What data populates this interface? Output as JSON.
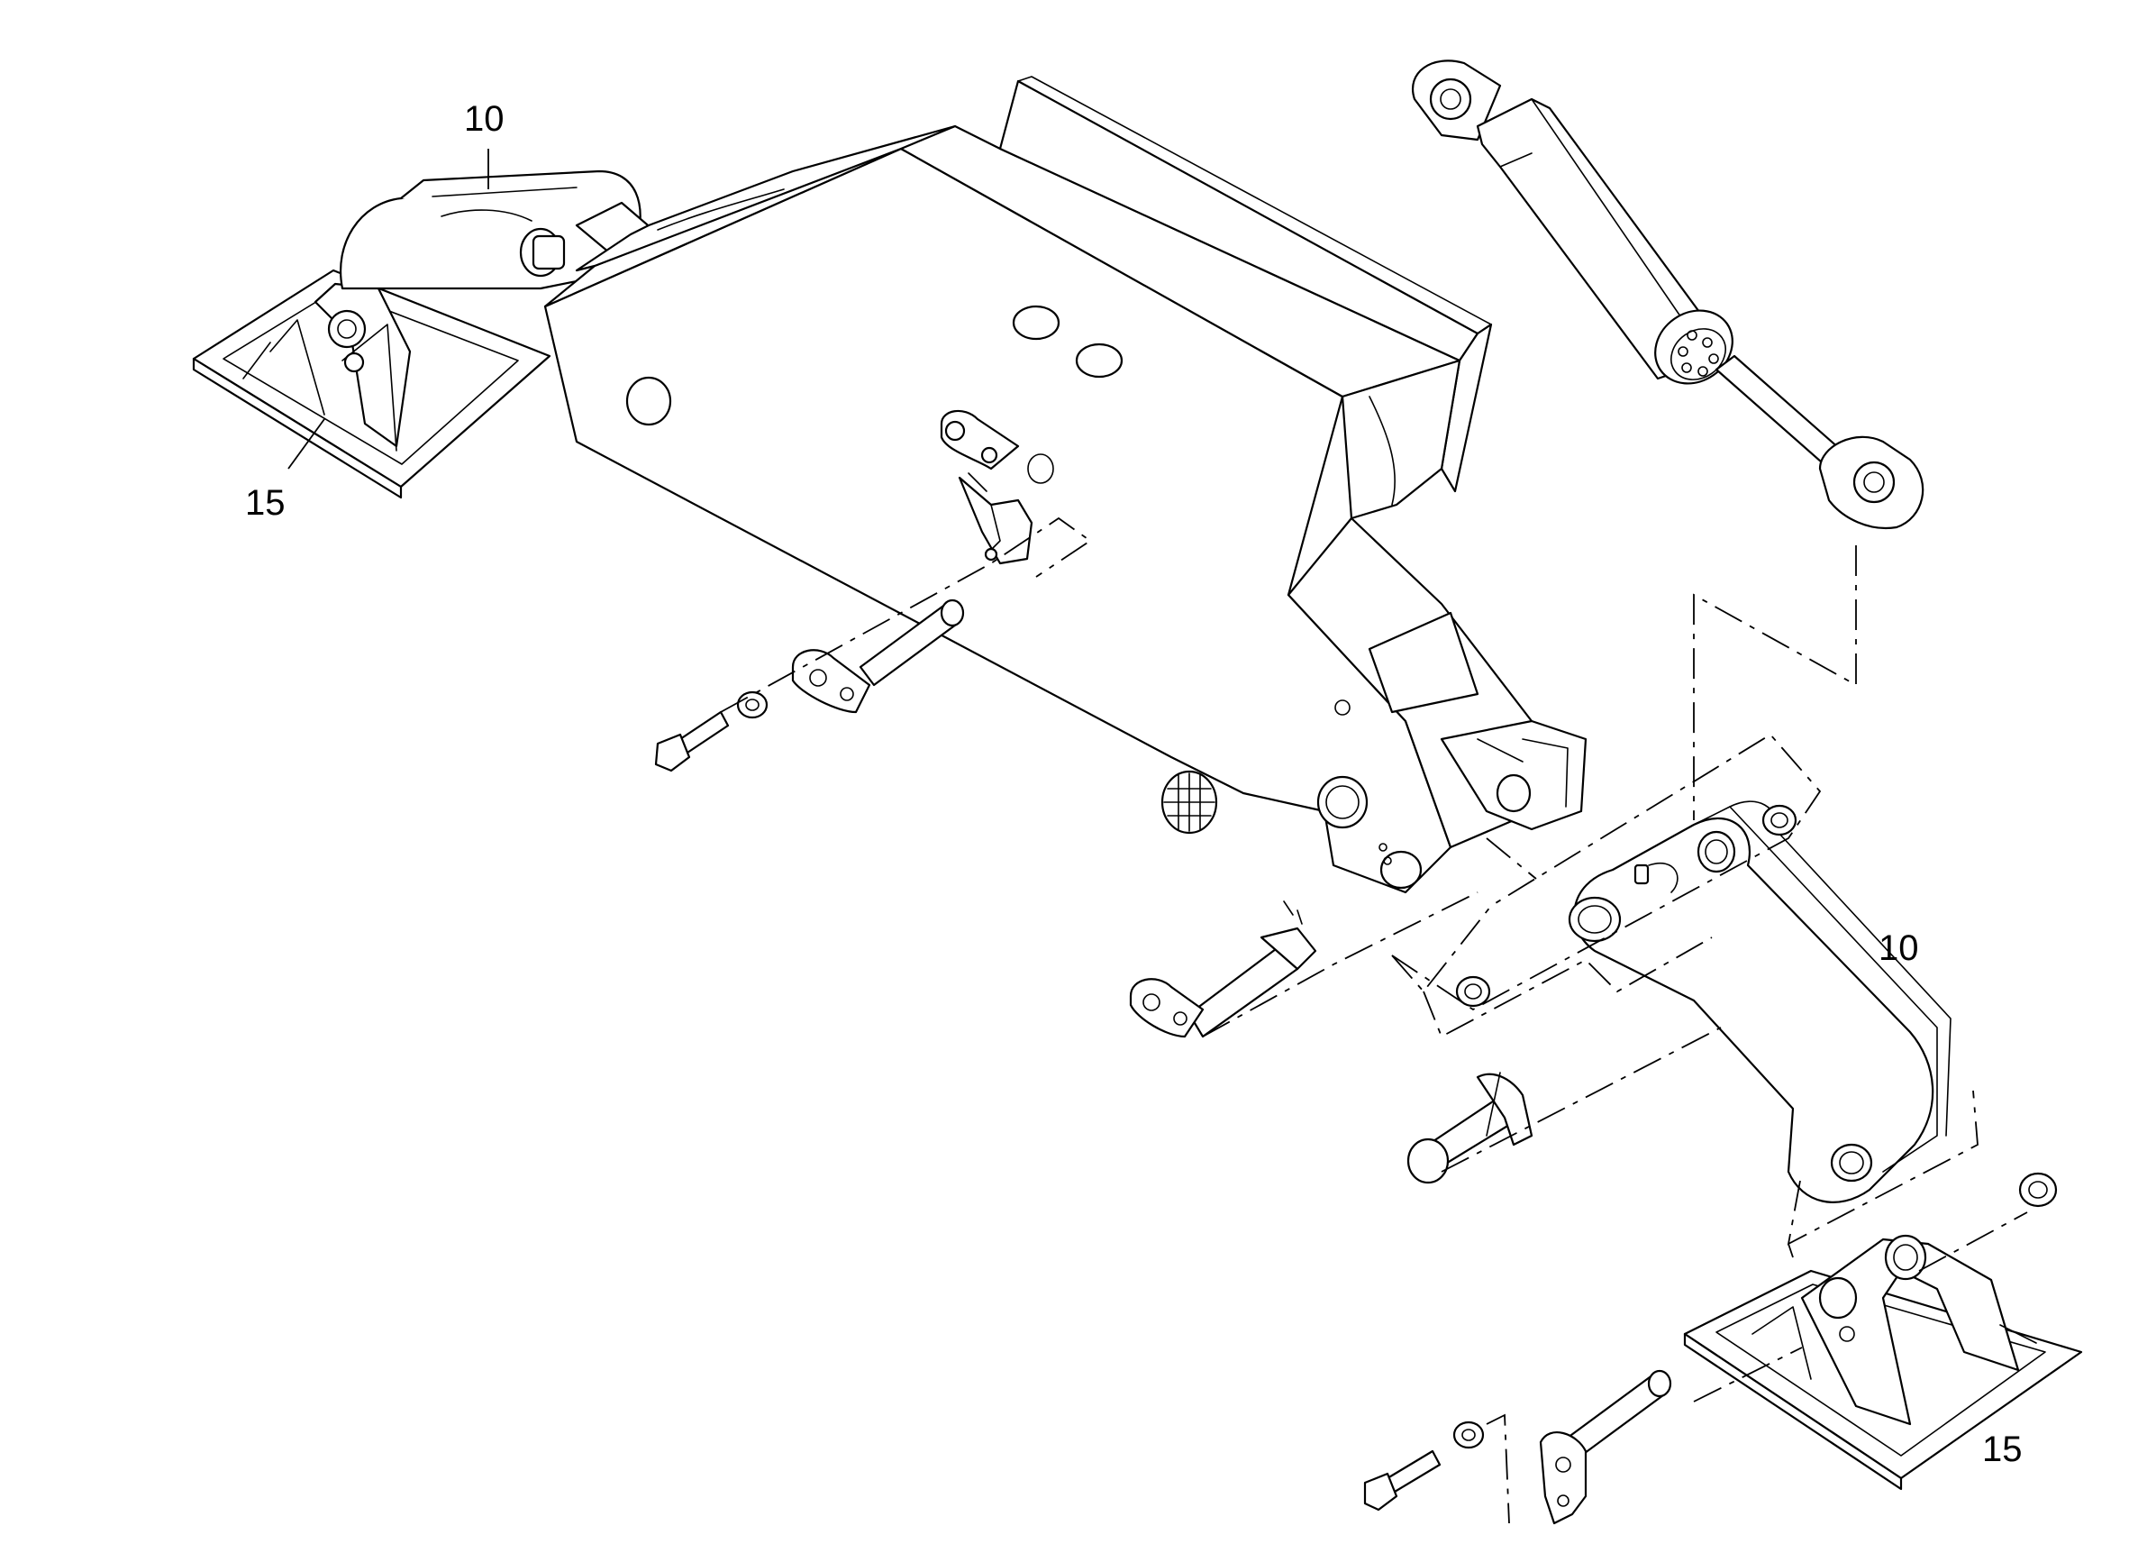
{
  "diagram": {
    "callouts": [
      {
        "id": "top-left-10",
        "text": "10"
      },
      {
        "id": "top-left-15",
        "text": "15"
      },
      {
        "id": "right-10",
        "text": "10"
      },
      {
        "id": "bottom-right-15",
        "text": "15"
      }
    ],
    "colors": {
      "line": "#000000",
      "background": "#ffffff"
    }
  }
}
